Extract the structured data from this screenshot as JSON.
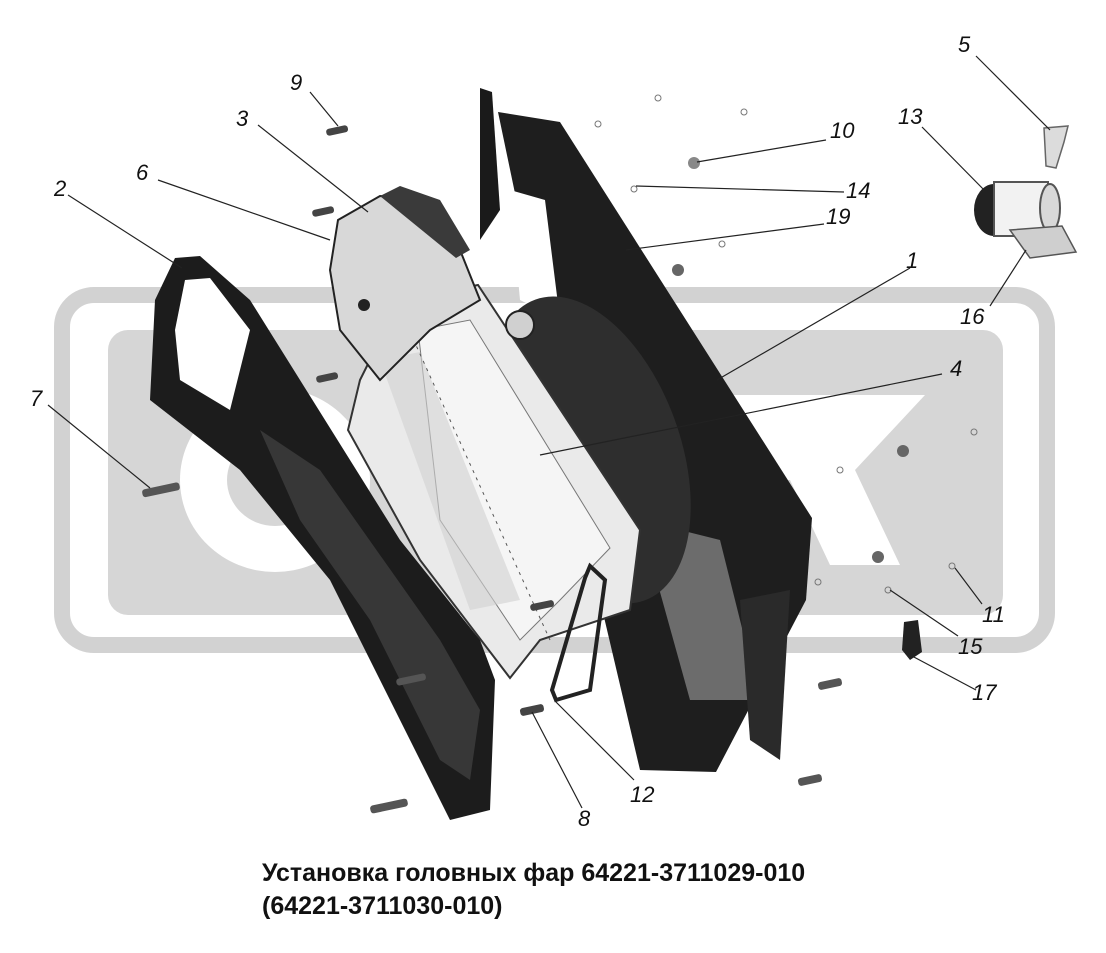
{
  "caption": {
    "line1": "Установка головных фар 64221-3711029-010",
    "line2": "(64221-3711030-010)"
  },
  "callouts": [
    "1",
    "2",
    "3",
    "4",
    "5",
    "6",
    "7",
    "8",
    "9",
    "10",
    "11",
    "12",
    "13",
    "14",
    "15",
    "16",
    "17",
    "19"
  ],
  "colors": {
    "watermark": "#cfcfcf",
    "frame": "#1a1a1a",
    "housing": "#e8e8e8",
    "line": "#222222"
  }
}
